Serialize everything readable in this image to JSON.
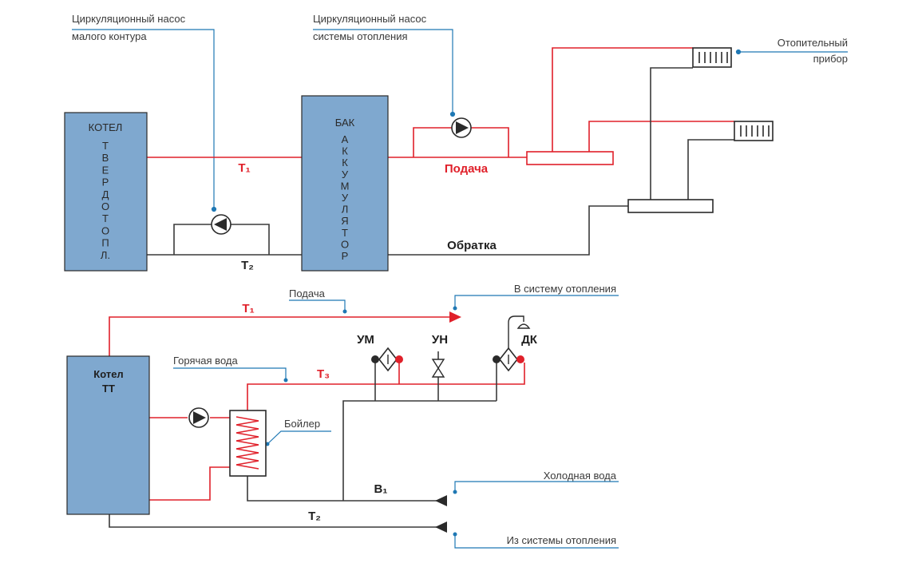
{
  "colors": {
    "supply_red": "#e0202a",
    "return_dark": "#3a3a3a",
    "tank_fill": "#7fa8cf",
    "tank_stroke": "#2a2a2a",
    "leader_blue": "#1f78b4"
  },
  "top_scheme": {
    "callouts": {
      "pump_small_line1": "Циркуляционный насос",
      "pump_small_line2": "малого контура",
      "pump_heating_line1": "Циркуляционный насос",
      "pump_heating_line2": "системы отопления",
      "radiator_line1": "Отопительный",
      "radiator_line2": "прибор"
    },
    "boiler_title": "КОТЕЛ",
    "boiler_letters": [
      "Т",
      "В",
      "Е",
      "Р",
      "Д",
      "О",
      "Т",
      "О",
      "П",
      "Л."
    ],
    "tank_title": "БАК",
    "tank_letters": [
      "А",
      "К",
      "К",
      "У",
      "М",
      "У",
      "Л",
      "Я",
      "Т",
      "О",
      "Р"
    ],
    "t1": "Т₁",
    "t2": "Т₂",
    "supply": "Подача",
    "return": "Обратка"
  },
  "bottom_scheme": {
    "supply_label": "Подача",
    "to_heating": "В систему отопления",
    "hot_water": "Горячая вода",
    "boiler_line1": "Котел",
    "boiler_line2": "ТТ",
    "boiler_tank": "Бойлер",
    "cold_water": "Холодная вода",
    "from_heating": "Из системы отопления",
    "t1": "Т₁",
    "t2": "Т₂",
    "t3": "Т₃",
    "b1": "В₁",
    "valve_um": "УМ",
    "valve_un": "УН",
    "valve_dk": "ДК"
  }
}
